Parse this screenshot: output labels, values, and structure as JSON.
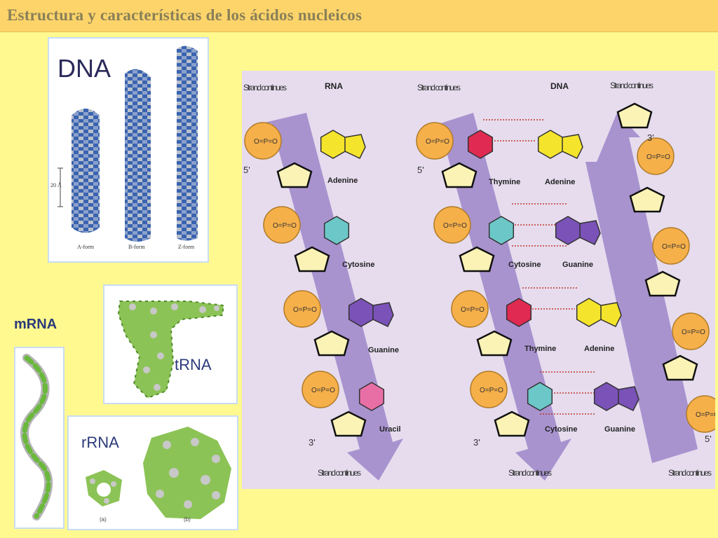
{
  "title": "Estructura y características de los ácidos nucleicos",
  "dna_panel": {
    "heading": "DNA",
    "forms": [
      "A-form",
      "B-form",
      "Z-form"
    ],
    "scale": "20 Å"
  },
  "mrna_label": "mRNA",
  "trna_label": "tRNA",
  "rrna_panel": {
    "heading": "rRNA",
    "sub_a": "(a)",
    "sub_b": "(b)"
  },
  "diagram": {
    "rna_title": "RNA",
    "dna_title": "DNA",
    "strand_continues": "Strand continues",
    "five_prime": "5'",
    "three_prime": "3'",
    "bases": {
      "adenine": "Adenine",
      "cytosine": "Cytosine",
      "guanine": "Guanine",
      "uracil": "Uracil",
      "thymine": "Thymine"
    },
    "colors": {
      "adenine": "#f5e42c",
      "cytosine": "#6cc8c8",
      "guanine": "#7b52b8",
      "uracil": "#e86fa6",
      "thymine": "#e02a52",
      "phosphate": "#f6b04a",
      "backbone": "#9c86c9"
    }
  }
}
